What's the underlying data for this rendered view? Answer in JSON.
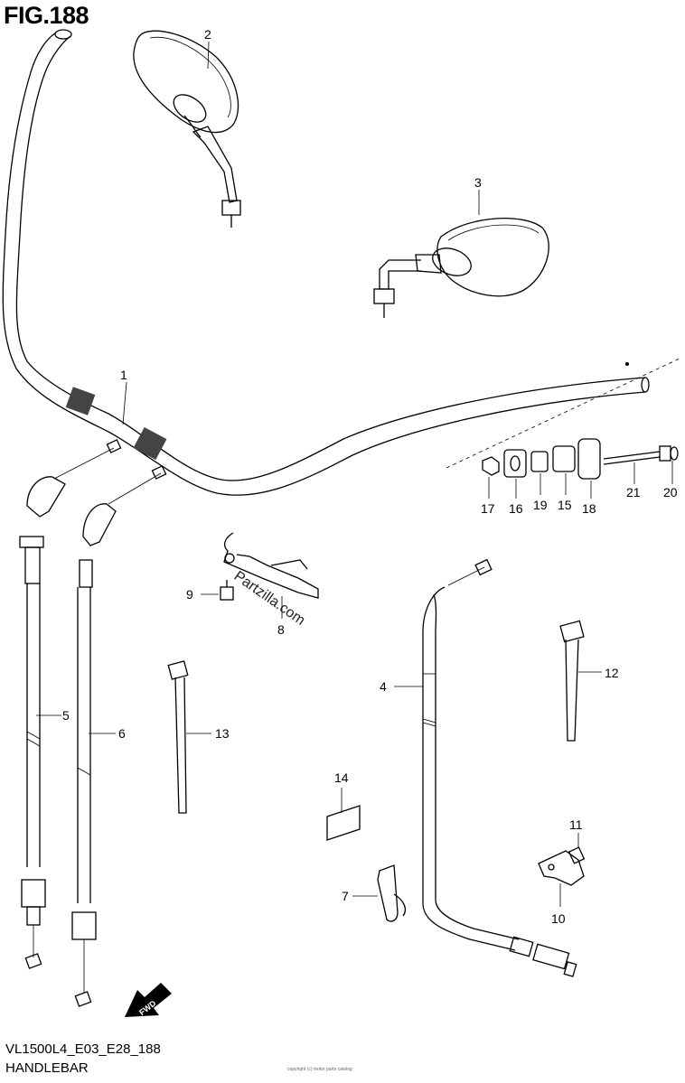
{
  "figure": {
    "title": "FIG.188",
    "model_code": "VL1500L4_E03_E28_188",
    "name": "HANDLEBAR",
    "small_print": "copyright (c) motor parts catalog"
  },
  "watermark": "Partzilla.com",
  "fwd_label": "FWD",
  "callouts": [
    {
      "id": "1"
    },
    {
      "id": "2"
    },
    {
      "id": "3"
    },
    {
      "id": "4"
    },
    {
      "id": "5"
    },
    {
      "id": "6"
    },
    {
      "id": "7"
    },
    {
      "id": "8"
    },
    {
      "id": "9"
    },
    {
      "id": "10"
    },
    {
      "id": "11"
    },
    {
      "id": "12"
    },
    {
      "id": "13"
    },
    {
      "id": "14"
    },
    {
      "id": "15"
    },
    {
      "id": "16"
    },
    {
      "id": "17"
    },
    {
      "id": "18"
    },
    {
      "id": "19"
    },
    {
      "id": "20"
    },
    {
      "id": "21"
    }
  ]
}
